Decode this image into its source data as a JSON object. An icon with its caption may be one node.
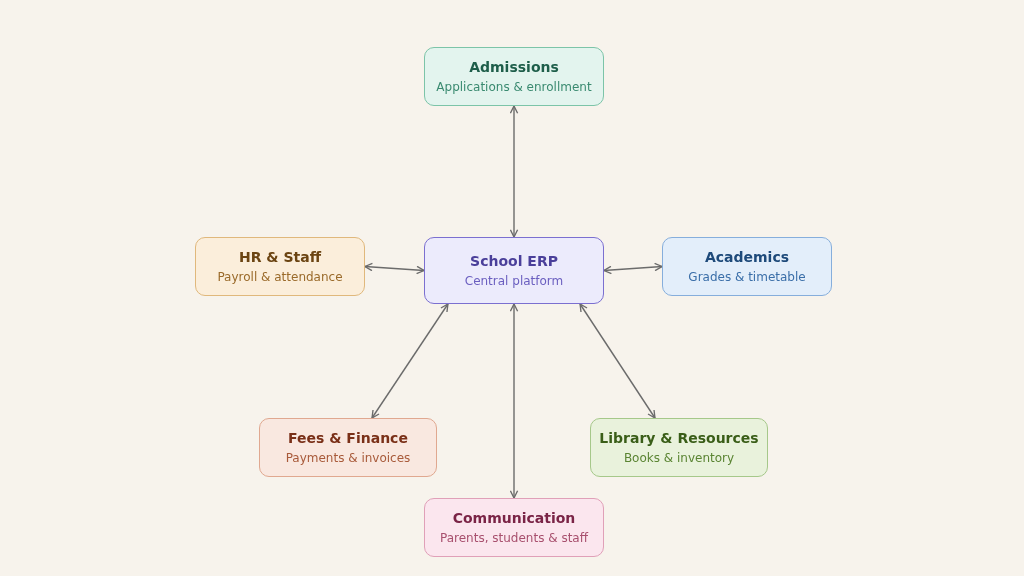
{
  "diagram": {
    "nodes": [
      {
        "text": [
          "School ERP",
          "Central platform"
        ]
      },
      {
        "text": [
          "Admissions",
          "Applications & enrollment"
        ]
      },
      {
        "text": [
          "HR & Staff",
          "Payroll & attendance"
        ]
      },
      {
        "text": [
          "Academics",
          "Grades & timetable"
        ]
      },
      {
        "text": [
          "Fees & Finance",
          "Payments & invoices"
        ]
      },
      {
        "text": [
          "Library & Resources",
          "Books & inventory"
        ]
      },
      {
        "text": [
          "Communication",
          "Parents, students & staff"
        ]
      }
    ],
    "edges": [
      {
        "from": 0,
        "to": 1,
        "arrow": "both"
      },
      {
        "from": 0,
        "to": 2,
        "arrow": "both"
      },
      {
        "from": 0,
        "to": 3,
        "arrow": "both"
      },
      {
        "from": 0,
        "to": 4,
        "arrow": "both"
      },
      {
        "from": 0,
        "to": 5,
        "arrow": "both"
      },
      {
        "from": 0,
        "to": 6,
        "arrow": "both"
      }
    ]
  }
}
